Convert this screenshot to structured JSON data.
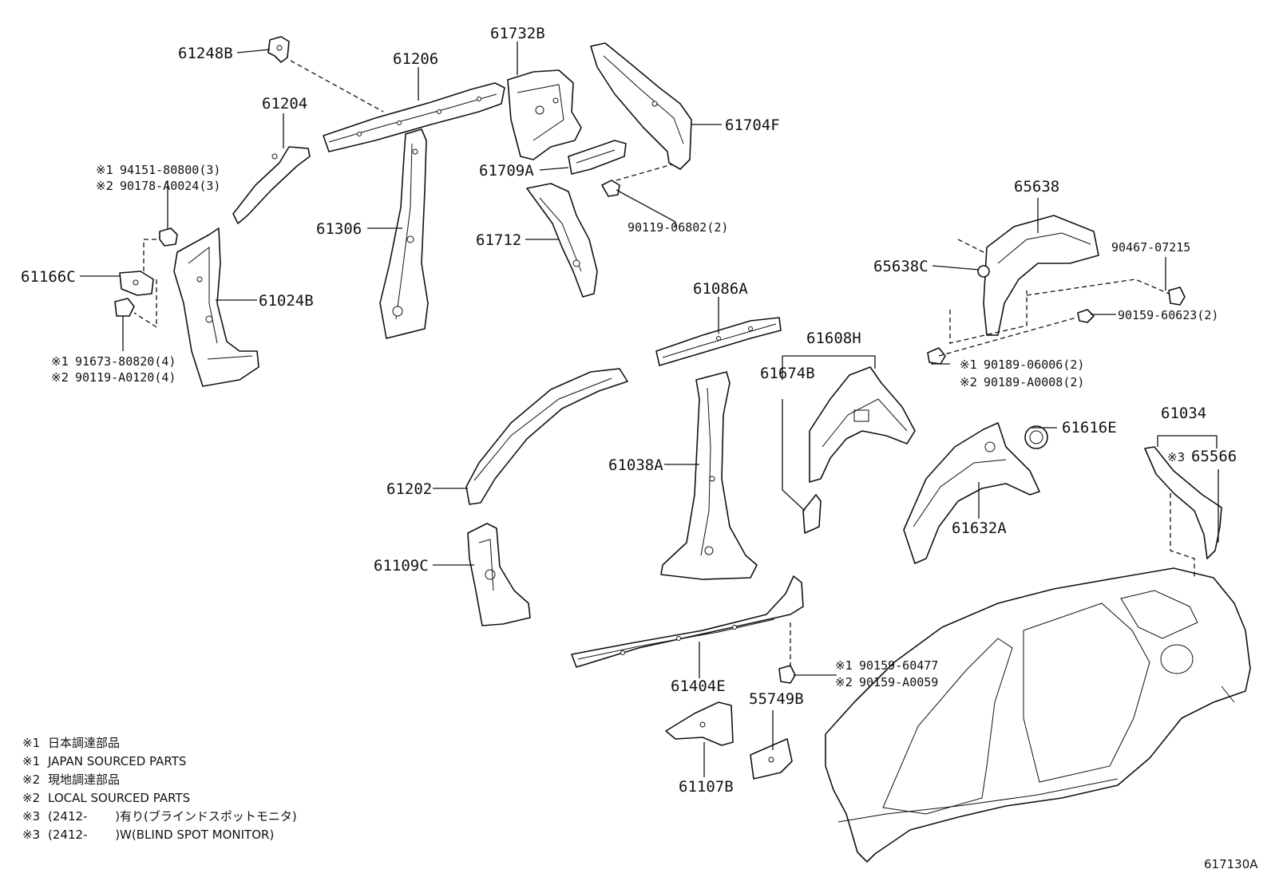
{
  "diagram": {
    "callouts": [
      {
        "id": "61248B",
        "text": "61248B"
      },
      {
        "id": "61206",
        "text": "61206"
      },
      {
        "id": "61732B",
        "text": "61732B"
      },
      {
        "id": "61204",
        "text": "61204"
      },
      {
        "id": "61704F",
        "text": "61704F"
      },
      {
        "id": "61709A",
        "text": "61709A"
      },
      {
        "id": "61712",
        "text": "61712"
      },
      {
        "id": "61306",
        "text": "61306"
      },
      {
        "id": "90119-06802",
        "text": "90119-06802(2)"
      },
      {
        "id": "65638",
        "text": "65638"
      },
      {
        "id": "90467-07215",
        "text": "90467-07215"
      },
      {
        "id": "65638C",
        "text": "65638C"
      },
      {
        "id": "90159-60623",
        "text": "90159-60623(2)"
      },
      {
        "id": "61166C",
        "text": "61166C"
      },
      {
        "id": "61024B",
        "text": "61024B"
      },
      {
        "id": "61086A",
        "text": "61086A"
      },
      {
        "id": "61608H",
        "text": "61608H"
      },
      {
        "id": "61674B",
        "text": "61674B"
      },
      {
        "id": "61616E",
        "text": "61616E"
      },
      {
        "id": "61034",
        "text": "61034"
      },
      {
        "id": "65566",
        "text": "65566"
      },
      {
        "id": "61038A",
        "text": "61038A"
      },
      {
        "id": "61202",
        "text": "61202"
      },
      {
        "id": "61632A",
        "text": "61632A"
      },
      {
        "id": "61109C",
        "text": "61109C"
      },
      {
        "id": "61404E",
        "text": "61404E"
      },
      {
        "id": "55749B",
        "text": "55749B"
      },
      {
        "id": "61107B",
        "text": "61107B"
      }
    ],
    "multi_callouts": [
      {
        "id": "bolt-94151",
        "mark1": "※1",
        "line1": "94151-80800(3)",
        "mark2": "※2",
        "line2": "90178-A0024(3)"
      },
      {
        "id": "bolt-91673",
        "mark1": "※1",
        "line1": "91673-80820(4)",
        "mark2": "※2",
        "line2": "90119-A0120(4)"
      },
      {
        "id": "clip-90189",
        "mark1": "※1",
        "line1": "90189-06006(2)",
        "mark2": "※2",
        "line2": "90189-A0008(2)"
      },
      {
        "id": "bolt-90159-60477",
        "mark1": "※1",
        "line1": "90159-60477",
        "mark2": "※2",
        "line2": "90159-A0059"
      }
    ],
    "mark3": "※3",
    "legend": [
      {
        "mark": "※1",
        "text": "日本調達部品"
      },
      {
        "mark": "※1",
        "text": "JAPAN SOURCED PARTS"
      },
      {
        "mark": "※2",
        "text": "現地調達部品"
      },
      {
        "mark": "※2",
        "text": "LOCAL SOURCED PARTS"
      },
      {
        "mark": "※3",
        "text": "(2412-　　 )有り(ブラインドスポットモニタ)"
      },
      {
        "mark": "※3",
        "text": "(2412-　　 )W(BLIND SPOT MONITOR)"
      }
    ],
    "figure_number": "617130A"
  }
}
